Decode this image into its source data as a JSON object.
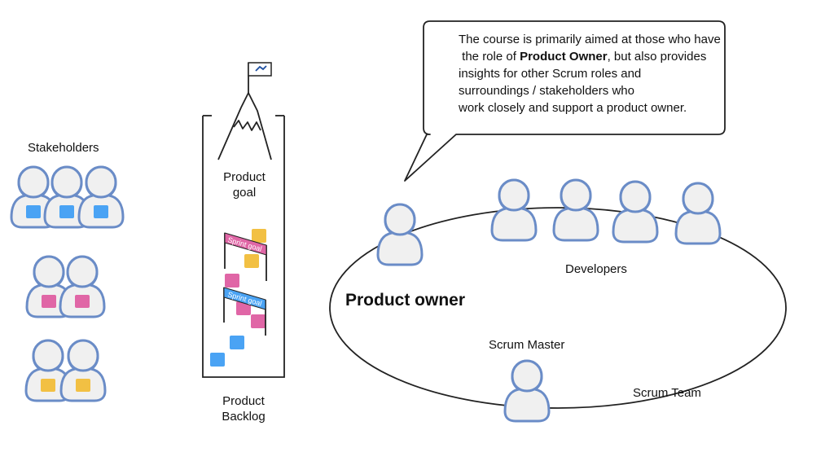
{
  "labels": {
    "stakeholders": "Stakeholders",
    "product_goal_line1": "Product",
    "product_goal_line2": "goal",
    "product_backlog_line1": "Product",
    "product_backlog_line2": "Backlog",
    "sprint_goal_1": "Sprint goal",
    "sprint_goal_2": "Sprint goal",
    "developers": "Developers",
    "product_owner": "Product owner",
    "scrum_master": "Scrum Master",
    "scrum_team": "Scrum Team"
  },
  "bubble": {
    "line1": "The course is primarily aimed at those who have",
    "line2_pre": "the role of ",
    "line2_bold": "Product Owner",
    "line2_post": ", but also provides",
    "line3": "insights for other Scrum roles and",
    "line4": "surroundings / stakeholders who",
    "line5": "work closely and support a product owner."
  },
  "colors": {
    "person_fill": "#f0f0f0",
    "person_stroke": "#6a8cc7",
    "blue_card": "#4aa3f4",
    "pink_card": "#e066a6",
    "yellow_card": "#f2c043",
    "sprint_banner_pink": "#e066a6",
    "sprint_banner_blue": "#4aa3f4",
    "line": "#222222"
  },
  "icons": {
    "flag": "flag-icon",
    "mountain": "mountain-icon",
    "person": "person-icon"
  }
}
